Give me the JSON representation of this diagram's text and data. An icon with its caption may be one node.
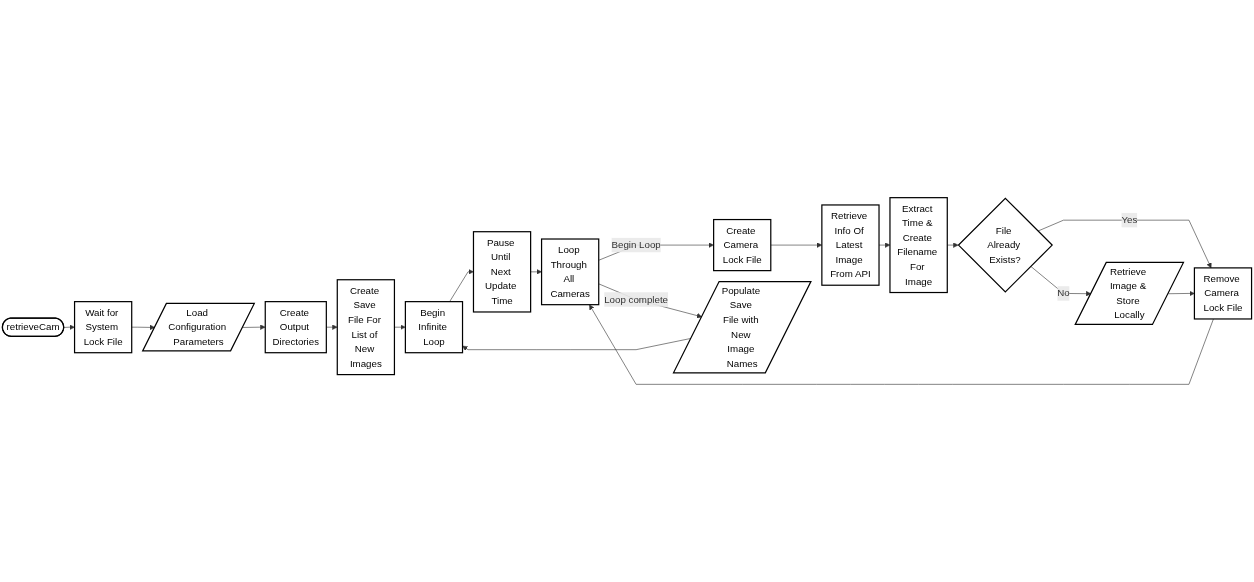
{
  "diagram": {
    "nodes": [
      {
        "text": [
          "retrieveCam"
        ]
      },
      {
        "text": [
          "Wait for System Lock File"
        ]
      },
      {
        "text": [
          "Load Configuration Parameters"
        ]
      },
      {
        "text": [
          "Create Output Directories"
        ]
      },
      {
        "text": [
          "Create Save File For List of New Images"
        ]
      },
      {
        "text": [
          "Begin Infinite Loop"
        ]
      },
      {
        "text": [
          "Pause Until Next Update Time"
        ]
      },
      {
        "text": [
          "Loop Through All Cameras"
        ]
      },
      {
        "text": [
          "Create Camera Lock File"
        ]
      },
      {
        "text": [
          "Retrieve Info Of Latest Image From API"
        ]
      },
      {
        "text": [
          "Extract Time & Create Filename For Image"
        ]
      },
      {
        "text": [
          "File Already Exists?"
        ]
      },
      {
        "text": [
          "Retrieve Image & Store Locally"
        ]
      },
      {
        "text": [
          "Remove Camera Lock File"
        ]
      },
      {
        "text": [
          "Populate Save File with New Image Names"
        ]
      }
    ],
    "edges": [
      {
        "from": 0,
        "to": 1,
        "arrow": "to"
      },
      {
        "from": 1,
        "to": 2,
        "arrow": "to"
      },
      {
        "from": 2,
        "to": 3,
        "arrow": "to"
      },
      {
        "from": 3,
        "to": 4,
        "arrow": "to"
      },
      {
        "from": 4,
        "to": 5,
        "arrow": "to"
      },
      {
        "from": 5,
        "to": 6,
        "arrow": "to"
      },
      {
        "from": 6,
        "to": 7,
        "arrow": "to"
      },
      {
        "from": 7,
        "to": 8,
        "arrow": "to",
        "label": "Begin Loop"
      },
      {
        "from": 8,
        "to": 9,
        "arrow": "to"
      },
      {
        "from": 9,
        "to": 10,
        "arrow": "to"
      },
      {
        "from": 10,
        "to": 11,
        "arrow": "to"
      },
      {
        "from": 11,
        "to": 12,
        "arrow": "to",
        "label": "No"
      },
      {
        "from": 11,
        "to": 13,
        "arrow": "to",
        "label": "Yes"
      },
      {
        "from": 12,
        "to": 13,
        "arrow": "to"
      },
      {
        "from": 13,
        "to": 7,
        "arrow": "to"
      },
      {
        "from": 7,
        "to": 14,
        "arrow": "to",
        "label": "Loop complete"
      },
      {
        "from": 14,
        "to": 5,
        "arrow": "to"
      }
    ]
  }
}
